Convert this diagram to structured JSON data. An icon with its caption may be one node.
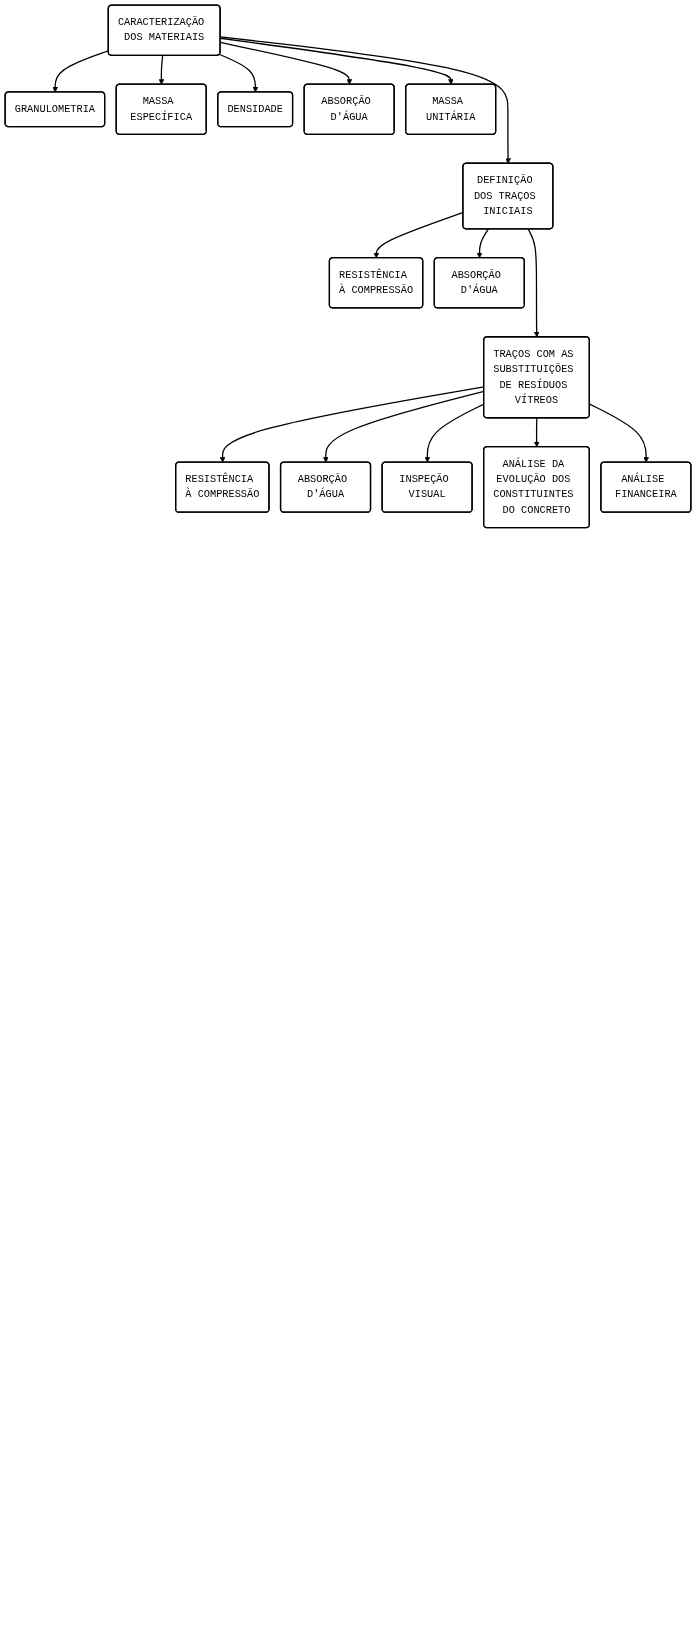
{
  "diagram": {
    "nodes": [
      {
        "text": [
          "CARACTERIZAÇÃO DOS MATERIAIS"
        ]
      },
      {
        "text": [
          "GRANULOMETRIA"
        ]
      },
      {
        "text": [
          "MASSA ESPECÍFICA"
        ]
      },
      {
        "text": [
          "DENSIDADE"
        ]
      },
      {
        "text": [
          "ABSORÇÃO D'ÁGUA"
        ]
      },
      {
        "text": [
          "MASSA UNITÁRIA"
        ]
      },
      {
        "text": [
          "DEFINIÇÃO DOS TRAÇOS INICIAIS"
        ]
      },
      {
        "text": [
          "RESISTÊNCIA À COMPRESSÃO"
        ]
      },
      {
        "text": [
          "ABSORÇÃO D'ÁGUA"
        ]
      },
      {
        "text": [
          "TRAÇOS COM AS SUBSTITUIÇÕES DE RESÍDUOS VÍTREOS"
        ]
      },
      {
        "text": [
          "RESISTÊNCIA À COMPRESSÃO"
        ]
      },
      {
        "text": [
          "ABSORÇÃO D'ÁGUA"
        ]
      },
      {
        "text": [
          "INSPEÇÃO VISUAL"
        ]
      },
      {
        "text": [
          "ANÁLISE DA EVOLUÇÃO DOS CONSTITUINTES DO CONCRETO"
        ]
      },
      {
        "text": [
          "ANÁLISE FINANCEIRA"
        ]
      }
    ],
    "edges": [
      {
        "from": 0,
        "to": 1,
        "arrow": "to"
      },
      {
        "from": 0,
        "to": 2,
        "arrow": "to"
      },
      {
        "from": 0,
        "to": 3,
        "arrow": "to"
      },
      {
        "from": 0,
        "to": 4,
        "arrow": "to"
      },
      {
        "from": 0,
        "to": 5,
        "arrow": "to"
      },
      {
        "from": 0,
        "to": 6,
        "arrow": "to"
      },
      {
        "from": 6,
        "to": 7,
        "arrow": "to"
      },
      {
        "from": 6,
        "to": 8,
        "arrow": "to"
      },
      {
        "from": 6,
        "to": 9,
        "arrow": "to"
      },
      {
        "from": 9,
        "to": 10,
        "arrow": "to"
      },
      {
        "from": 9,
        "to": 11,
        "arrow": "to"
      },
      {
        "from": 9,
        "to": 12,
        "arrow": "to"
      },
      {
        "from": 9,
        "to": 13,
        "arrow": "to"
      },
      {
        "from": 9,
        "to": 14,
        "arrow": "to"
      }
    ]
  }
}
